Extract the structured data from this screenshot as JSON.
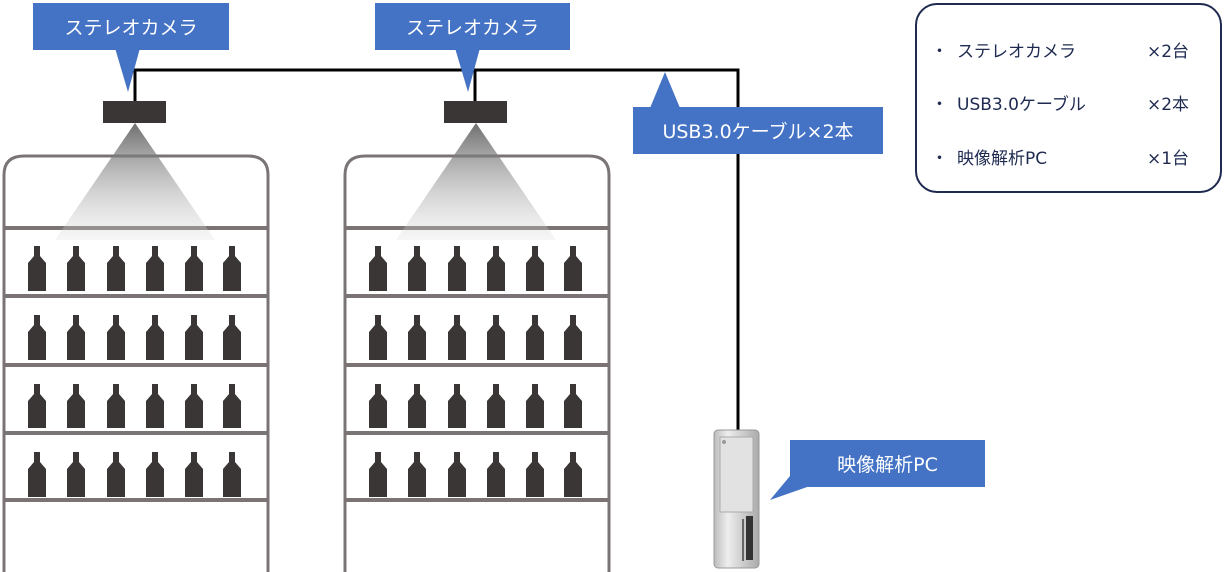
{
  "labels": {
    "camera1": "ステレオカメラ",
    "camera2": "ステレオカメラ",
    "cable": "USB3.0ケーブル×2本",
    "pc": "映像解析PC"
  },
  "legend": [
    {
      "bullet": "・",
      "name": "ステレオカメラ",
      "qty": "×2台"
    },
    {
      "bullet": "・",
      "name": "USB3.0ケーブル",
      "qty": "×2本"
    },
    {
      "bullet": "・",
      "name": "映像解析PC",
      "qty": "×1台"
    }
  ],
  "colors": {
    "label_bg": "#4472c4",
    "shelf": "#7a7474",
    "bottle": "#3a3636",
    "legend_border": "#1e2a50"
  }
}
